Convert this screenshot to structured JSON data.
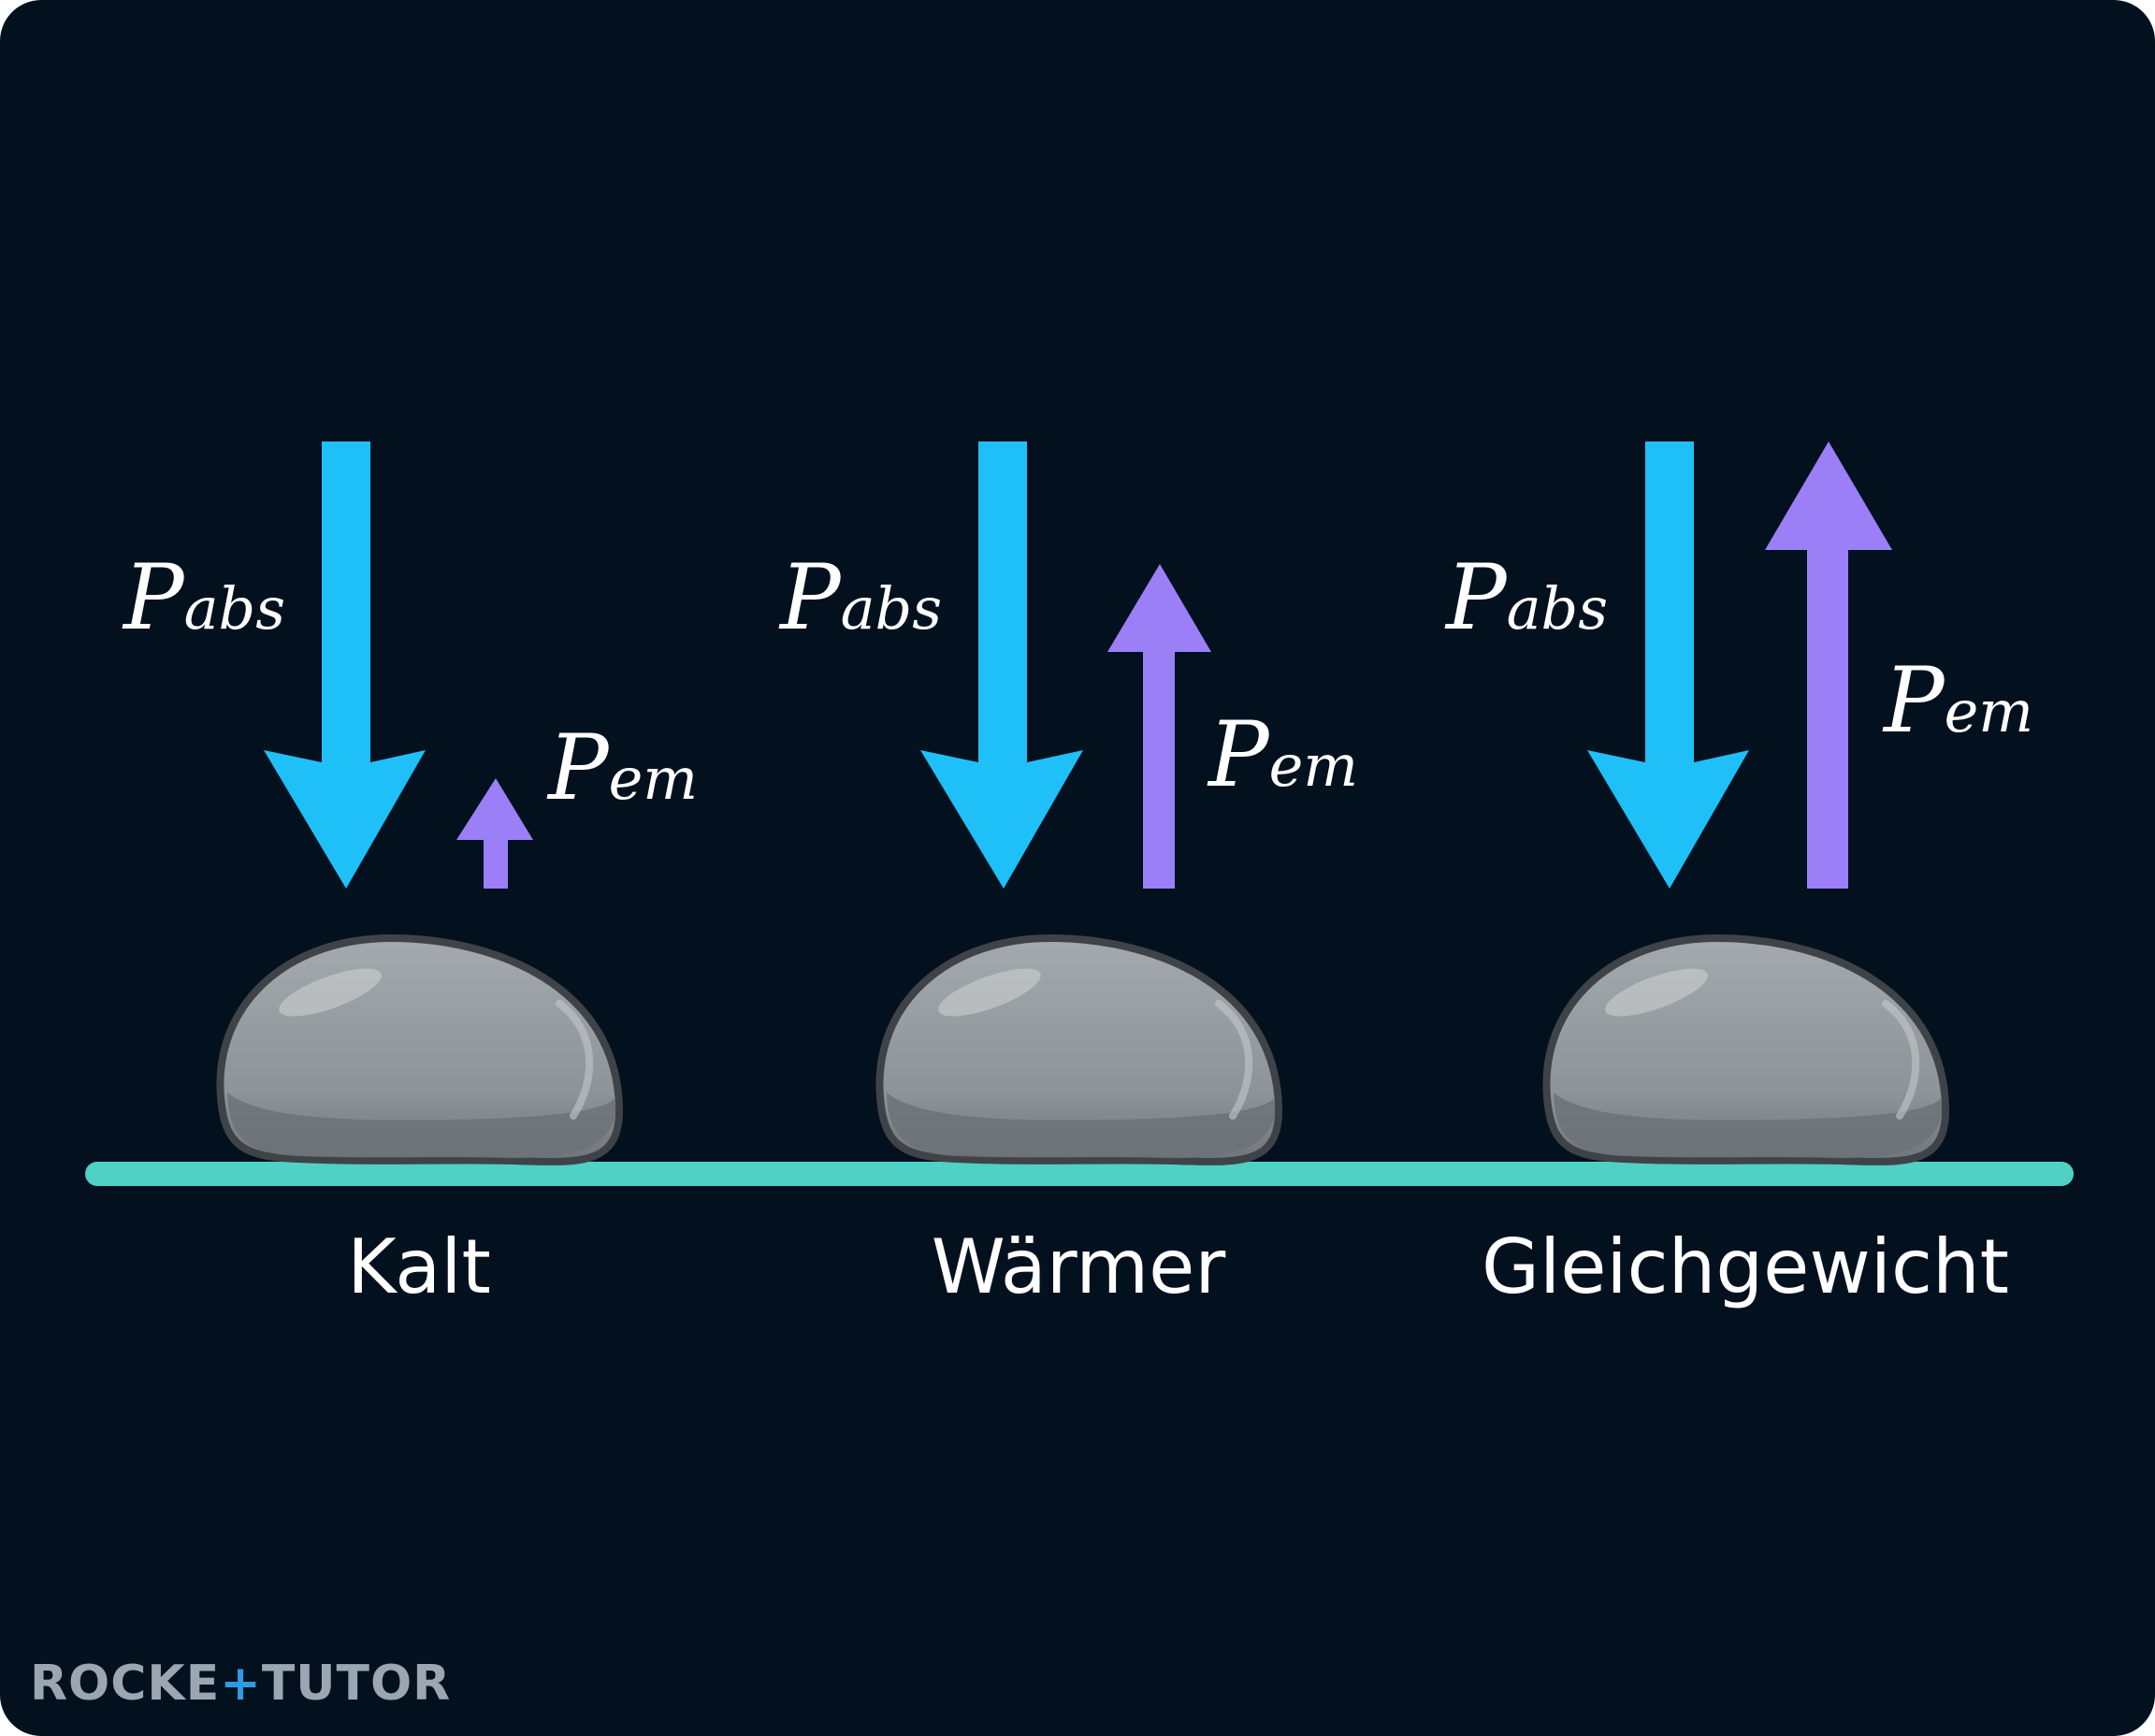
{
  "labels": {
    "p_abs_main": "P",
    "p_abs_sub": "abs",
    "p_em_main": "P",
    "p_em_sub": "em"
  },
  "stages": [
    {
      "name": "Kalt"
    },
    {
      "name": "Wärmer"
    },
    {
      "name": "Gleichgewicht"
    }
  ],
  "logo": {
    "left": "ROCKE",
    "plus": "+",
    "right": "TUTOR"
  },
  "colors": {
    "background": "#03111f",
    "absorbed_arrow": "#1ec0f7",
    "emitted_arrow": "#9a7ff7",
    "ground_line": "#4fd1c5",
    "stone_fill": "#8f969b",
    "stone_outline": "#3f4347",
    "text": "#ffffff"
  }
}
